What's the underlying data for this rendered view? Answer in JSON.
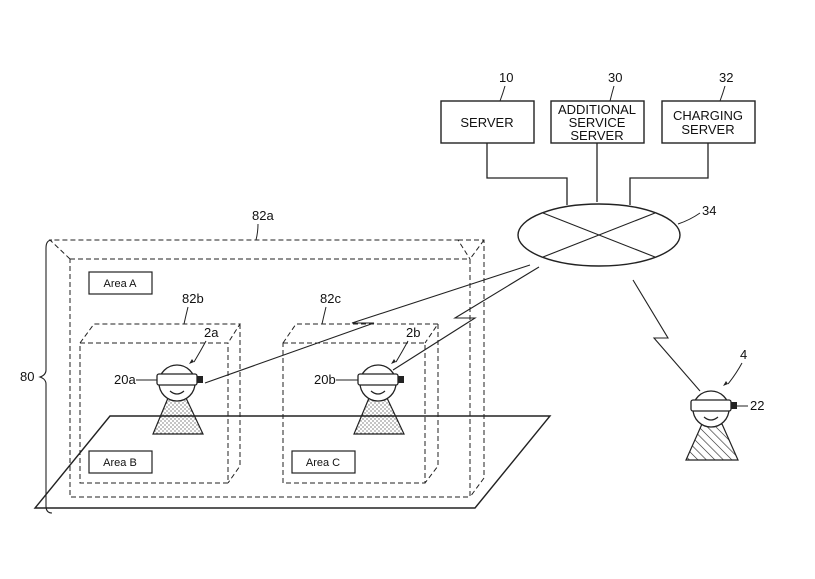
{
  "servers": {
    "server": {
      "ref": "10",
      "lines": [
        "SERVER"
      ]
    },
    "additional_service_server": {
      "ref": "30",
      "lines": [
        "ADDITIONAL",
        "SERVICE",
        "SERVER"
      ]
    },
    "charging_server": {
      "ref": "32",
      "lines": [
        "CHARGING",
        "SERVER"
      ]
    }
  },
  "network": {
    "ref": "34"
  },
  "remote_user": {
    "ref": "4",
    "hmd_ref": "22"
  },
  "venue": {
    "ref": "80",
    "outer_space_ref": "82a",
    "space_b_ref": "82b",
    "space_c_ref": "82c",
    "area_a": "Area A",
    "area_b": "Area B",
    "area_c": "Area C"
  },
  "users": {
    "user_a": {
      "ref": "2a",
      "hmd_ref": "20a"
    },
    "user_b": {
      "ref": "2b",
      "hmd_ref": "20b"
    }
  }
}
